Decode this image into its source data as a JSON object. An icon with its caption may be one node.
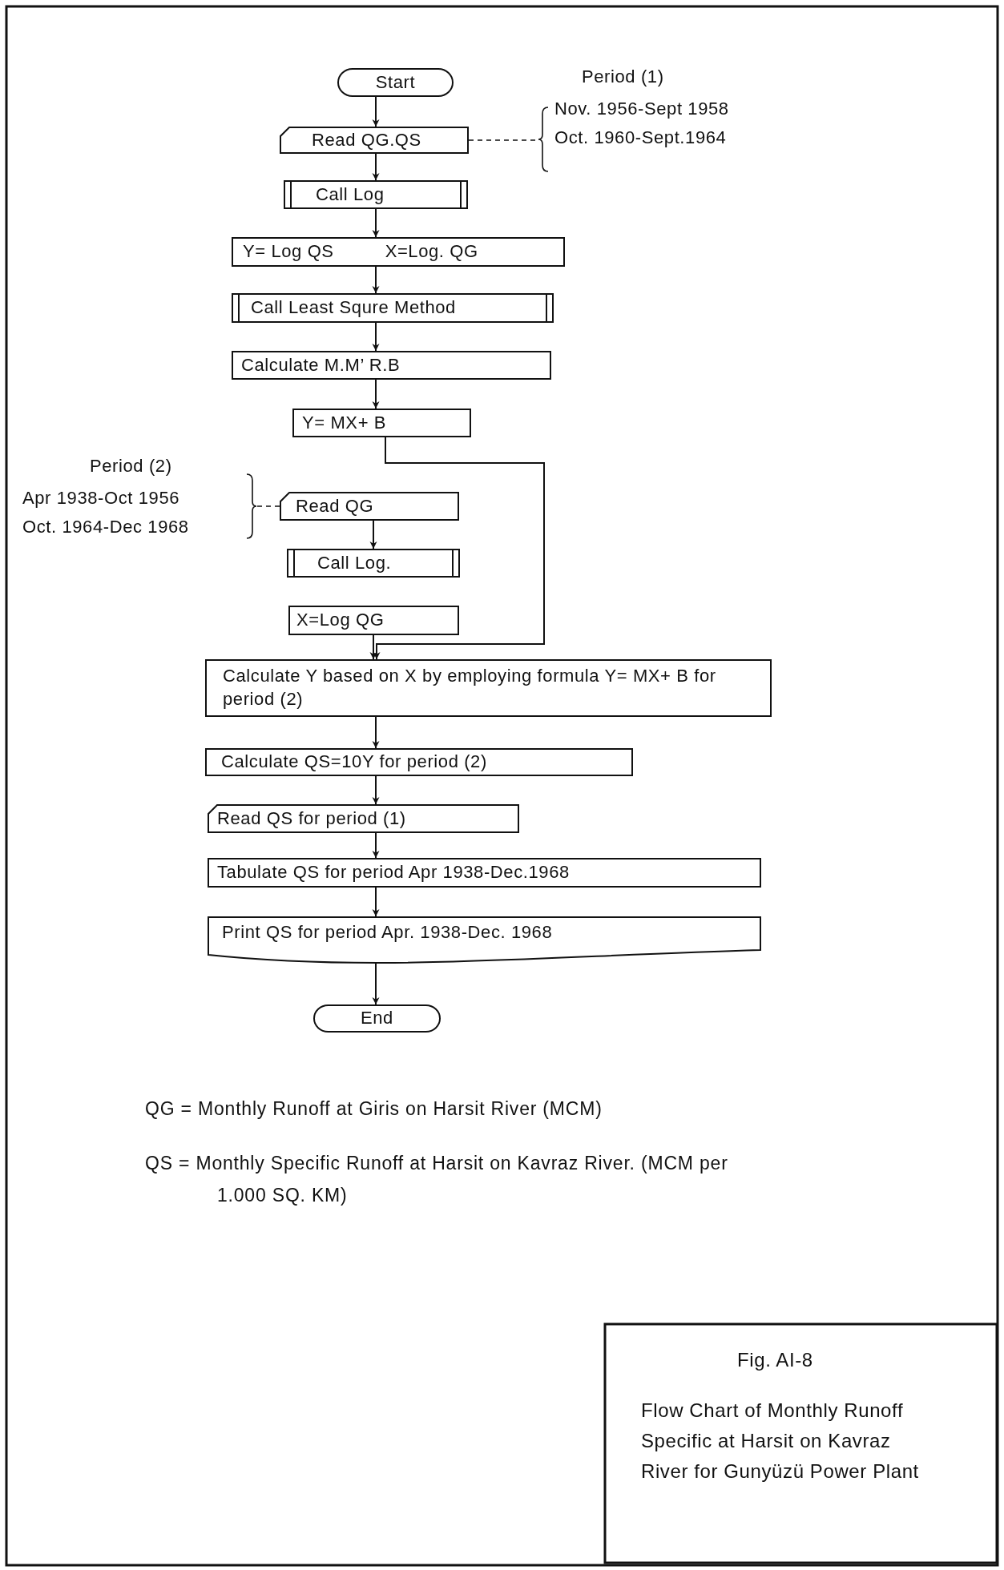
{
  "diagram": {
    "nodes": [
      {
        "text": [
          "Start"
        ]
      },
      {
        "text": [
          "Read QG.QS"
        ]
      },
      {
        "text": [
          "Call Log"
        ]
      },
      {
        "text": [
          "Y= Log QS",
          "X=Log. QG"
        ]
      },
      {
        "text": [
          "Call Least Squre Method"
        ]
      },
      {
        "text": [
          "Calculate M.M’ R.B"
        ]
      },
      {
        "text": [
          "Y= MX+ B"
        ]
      },
      {
        "text": [
          "Read QG"
        ]
      },
      {
        "text": [
          "Call Log."
        ]
      },
      {
        "text": [
          "X=Log QG"
        ]
      },
      {
        "text": [
          "Calculate Y based on X by employing formula Y= MX+ B for period (2)"
        ]
      },
      {
        "text": [
          "Calculate QS=10Y for period (2)"
        ]
      },
      {
        "text": [
          "Read QS for period (1)"
        ]
      },
      {
        "text": [
          "Tabulate QS for period Apr 1938-Dec.1968"
        ]
      },
      {
        "text": [
          "Print QS for period Apr. 1938-Dec. 1968"
        ]
      },
      {
        "text": [
          "End"
        ]
      },
      {
        "text": [
          "Period (1)",
          "Nov. 1956-Sept 1958",
          "Oct. 1960-Sept.1964"
        ]
      },
      {
        "text": [
          "Period (2)",
          "Apr 1938-Oct 1956",
          "Oct. 1964-Dec 1968"
        ]
      },
      {
        "text": [
          "Fig. AI-8",
          "Flow Chart of Monthly Runoff Specific at Harsit on Kavraz River for Gunyüzü Power Plant"
        ]
      }
    ],
    "edges": [
      {
        "from": 0,
        "to": 1,
        "arrow": "to"
      },
      {
        "from": 1,
        "to": 2,
        "arrow": "to"
      },
      {
        "from": 2,
        "to": 3,
        "arrow": "to"
      },
      {
        "from": 3,
        "to": 4,
        "arrow": "to"
      },
      {
        "from": 4,
        "to": 5,
        "arrow": "to"
      },
      {
        "from": 5,
        "to": 6,
        "arrow": "to"
      },
      {
        "from": 6,
        "to": 10,
        "arrow": "to"
      },
      {
        "from": 7,
        "to": 8,
        "arrow": "to"
      },
      {
        "from": 9,
        "to": 10,
        "arrow": "to"
      },
      {
        "from": 10,
        "to": 11,
        "arrow": "to"
      },
      {
        "from": 11,
        "to": 12,
        "arrow": "to"
      },
      {
        "from": 12,
        "to": 13,
        "arrow": "to"
      },
      {
        "from": 13,
        "to": 14,
        "arrow": "to"
      },
      {
        "from": 14,
        "to": 15,
        "arrow": "to"
      },
      {
        "from": 1,
        "to": 16,
        "arrow": "none",
        "style": "dashed"
      },
      {
        "from": 7,
        "to": 17,
        "arrow": "none",
        "style": "dashed"
      }
    ],
    "labels": [
      "QG = Monthly Runoff at Giris on Harsit River (MCM)",
      "QS = Monthly Specific Runoff at Harsit on Kavraz River. (MCM per 1.000 SQ. KM)"
    ]
  }
}
